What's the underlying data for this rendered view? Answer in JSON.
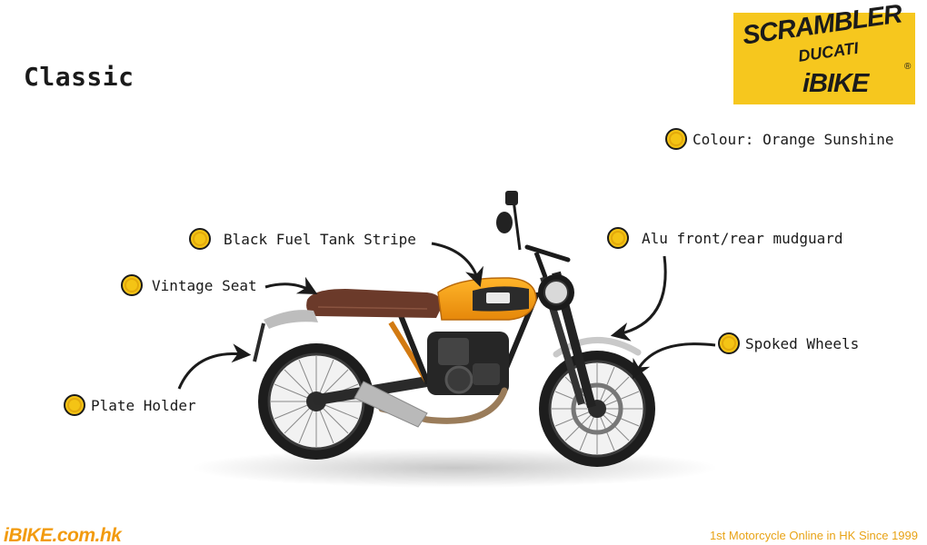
{
  "page": {
    "title": "Classic"
  },
  "logo": {
    "line1": "SCRAMBLER",
    "line2": "DUCATI",
    "line3": "iBIKE",
    "mark": "®"
  },
  "labels": {
    "colour": "Colour: Orange Sunshine",
    "tank_stripe": "Black Fuel Tank Stripe",
    "mudguard": "Alu front/rear mudguard",
    "seat": "Vintage Seat",
    "wheels": "Spoked Wheels",
    "plate": "Plate Holder"
  },
  "footer": {
    "site": "iBIKE.com.hk",
    "tagline": "1st  Motorcycle Online in HK Since 1999"
  },
  "colors": {
    "accent": "#f4c415",
    "tank": "#f29b0f",
    "seat": "#6b3a2a",
    "footer": "#f29b0f"
  }
}
